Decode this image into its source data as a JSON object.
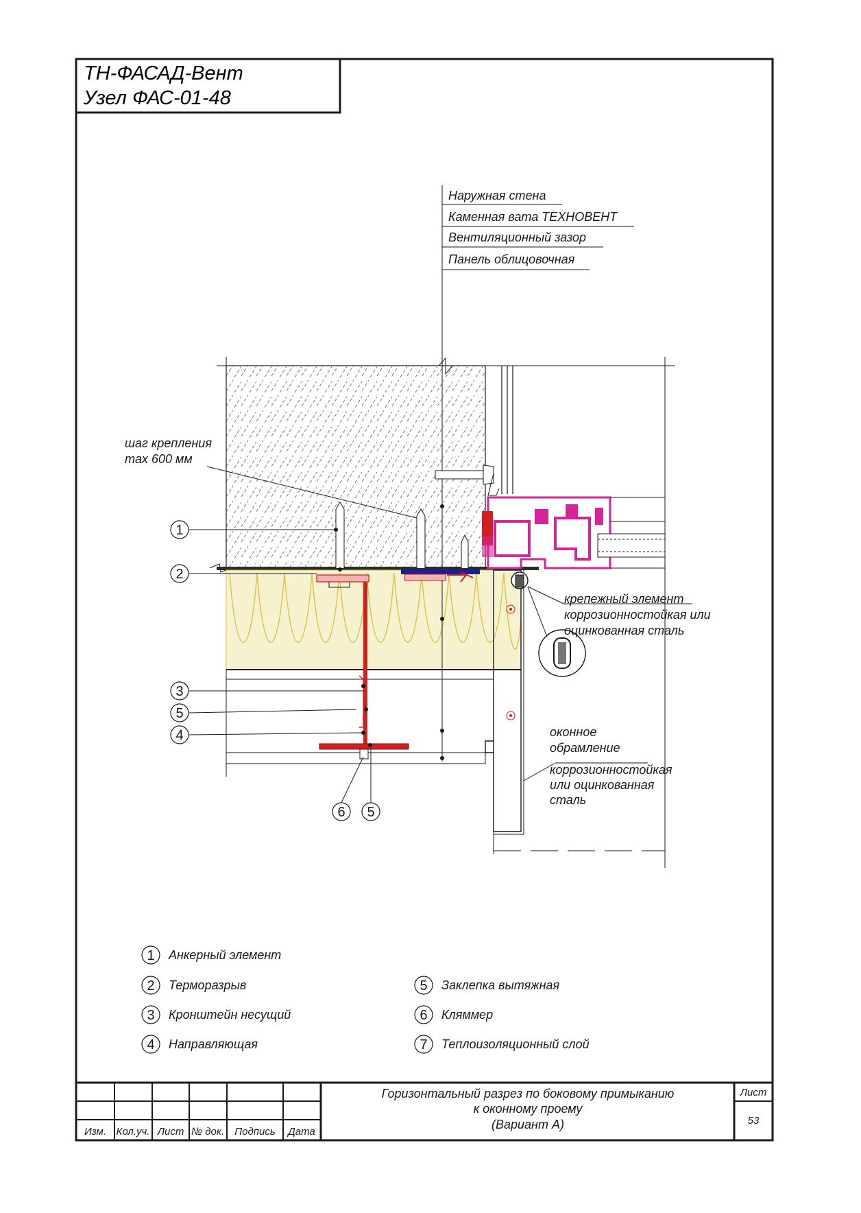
{
  "title": {
    "line1": "ТН-ФАСАД-Вент",
    "line2": "Узел ФАС-01-48"
  },
  "layers": [
    "Наружная стена",
    "Каменная вата ТЕХНОВЕНТ",
    "Вентиляционный зазор",
    "Панель облицовочная"
  ],
  "annotations": {
    "step_line1": "шаг крепления",
    "step_line2": "max 600 мм",
    "fastener_line1": "крепежный элемент",
    "fastener_line2": "коррозионностойкая или",
    "fastener_line3": "оцинкованная сталь",
    "trim_line1": "оконное",
    "trim_line2": "обрамление",
    "trim_mat1": "коррозионностойкая",
    "trim_mat2": "или оцинкованная",
    "trim_mat3": "сталь"
  },
  "callouts": {
    "c1": "1",
    "c2": "2",
    "c3": "3",
    "c5a": "5",
    "c4": "4",
    "c6": "6",
    "c5b": "5"
  },
  "legend": [
    {
      "num": "1",
      "text": "Анкерный элемент"
    },
    {
      "num": "2",
      "text": "Терморазрыв"
    },
    {
      "num": "3",
      "text": "Кронштейн несущий"
    },
    {
      "num": "4",
      "text": "Направляющая"
    },
    {
      "num": "5",
      "text": "Заклепка вытяжная"
    },
    {
      "num": "6",
      "text": "Кляммер"
    },
    {
      "num": "7",
      "text": "Теплоизоляционный слой"
    }
  ],
  "stamp": {
    "cols": [
      "Изм.",
      "Кол.уч.",
      "Лист",
      "№ док.",
      "Подпись",
      "Дата"
    ],
    "desc_line1": "Горизонтальный разрез по боковому примыканию",
    "desc_line2": "к оконному проему",
    "desc_line3": "(Вариант А)",
    "sheet_label": "Лист",
    "sheet_number": "53"
  },
  "colors": {
    "frame": "#1a1a1a",
    "window_profile": "#d6249b",
    "bracket": "#d0201f",
    "insulation": "#f6f2d0",
    "insulation_stroke": "#d8c24a",
    "masonry_hatch": "#7a7a7a",
    "fastener": "#1f1f8a"
  }
}
